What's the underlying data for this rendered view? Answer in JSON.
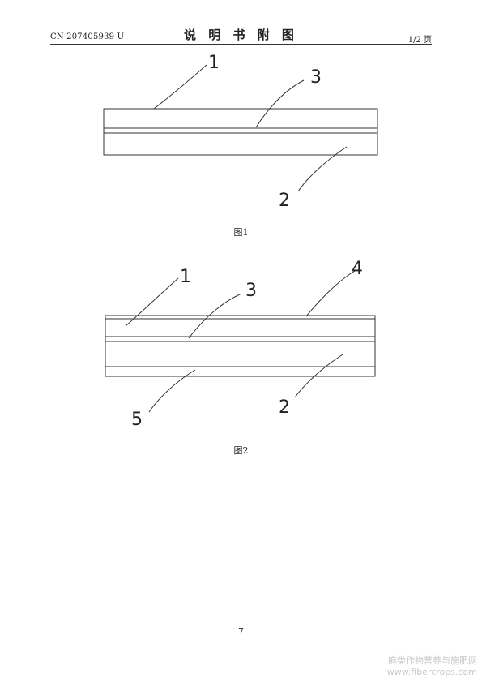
{
  "header": {
    "doc_number": "CN 207405939 U",
    "title": "说 明 书 附 图",
    "page_of": "1/2 页"
  },
  "figure1": {
    "caption": "图1",
    "labels": [
      "1",
      "3",
      "2"
    ]
  },
  "figure2": {
    "caption": "图2",
    "labels": [
      "1",
      "3",
      "4",
      "5",
      "2"
    ]
  },
  "page_number": "7",
  "watermark": {
    "line1": "麻类作物营养与施肥网",
    "line2": "www.fibercrops.com"
  }
}
